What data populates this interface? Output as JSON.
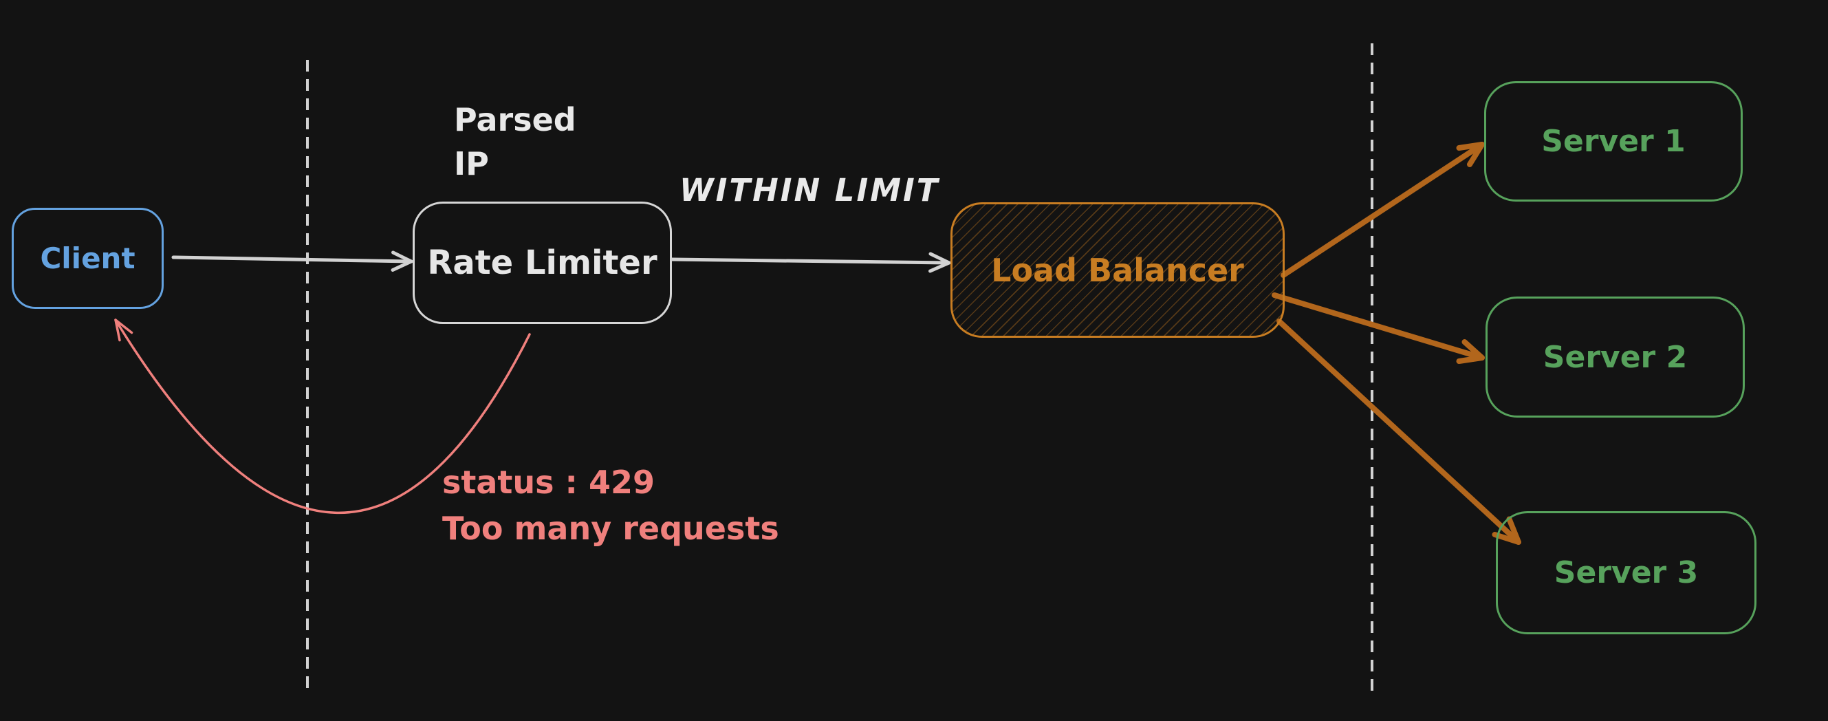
{
  "canvas": {
    "theme": "dark",
    "background": "#131313"
  },
  "colors": {
    "bg": "#131313",
    "blue": "#64a2e0",
    "white-stroke": "#d6d6d6",
    "orange": "#c87d22",
    "orange-arrow": "#b2661c",
    "green": "#57a25c",
    "red": "#f0807d",
    "dash-line": "#d2d2d2",
    "white-arrow": "#d2d2d2"
  },
  "diagram": {
    "nodes": [
      {
        "id": "client",
        "label": "Client",
        "color": "#64a2e0"
      },
      {
        "id": "rate-limiter",
        "label": "Rate Limiter",
        "color": "#d6d6d6"
      },
      {
        "id": "load-balancer",
        "label": "Load Balancer",
        "color": "#c87d22",
        "fill": "orange-hatch"
      },
      {
        "id": "server-1",
        "label": "Server 1",
        "color": "#57a25c"
      },
      {
        "id": "server-2",
        "label": "Server 2",
        "color": "#57a25c"
      },
      {
        "id": "server-3",
        "label": "Server 3",
        "color": "#57a25c"
      }
    ],
    "edges": [
      {
        "id": "client-to-rate-limiter",
        "from": "client",
        "to": "rate-limiter",
        "color": "#d2d2d2",
        "label": ""
      },
      {
        "id": "rate-limiter-to-load-balancer",
        "from": "rate-limiter",
        "to": "load-balancer",
        "color": "#d2d2d2",
        "label": "WITHIN LIMIT"
      },
      {
        "id": "load-balancer-to-server-1",
        "from": "load-balancer",
        "to": "server-1",
        "color": "#b2661c",
        "label": ""
      },
      {
        "id": "load-balancer-to-server-2",
        "from": "load-balancer",
        "to": "server-2",
        "color": "#b2661c",
        "label": ""
      },
      {
        "id": "load-balancer-to-server-3",
        "from": "load-balancer",
        "to": "server-3",
        "color": "#b2661c",
        "label": ""
      },
      {
        "id": "rate-limiter-to-client-rejected",
        "from": "rate-limiter",
        "to": "client",
        "color": "#f0807d",
        "label": "status : 429 Too many requests"
      }
    ],
    "annotations": {
      "parsed_ip": "Parsed\nIP",
      "within_limit": "WITHIN LIMIT",
      "status_line1": "status : 429",
      "status_line2": "Too many requests"
    }
  }
}
